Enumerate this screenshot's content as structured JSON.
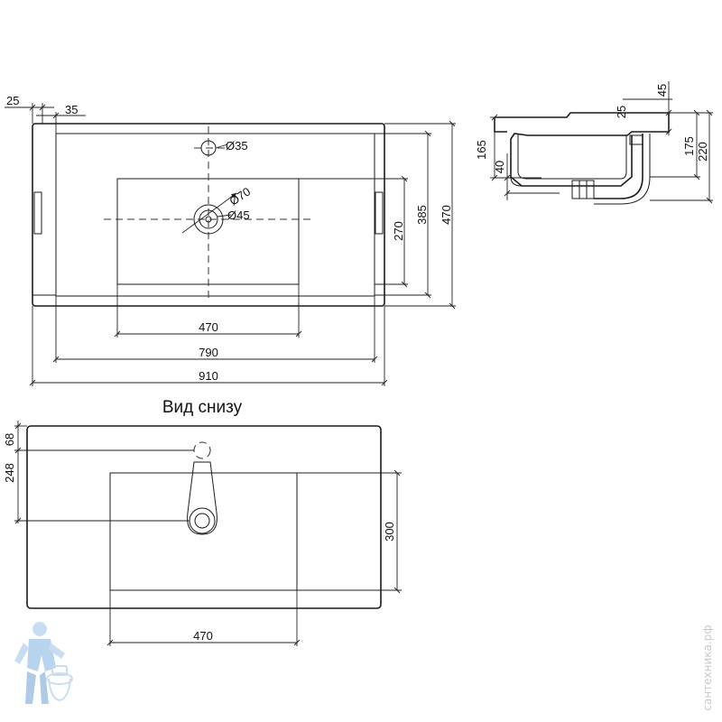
{
  "top_view": {
    "dims": {
      "d25": "25",
      "d35": "35",
      "hole_tap": "Ø35",
      "drain_outer": "Ø70",
      "drain_inner": "Ø45",
      "h385": "385",
      "h270": "270",
      "h470": "470",
      "w470": "470",
      "w790": "790",
      "w910": "910"
    }
  },
  "side_view": {
    "dims": {
      "d45": "45",
      "d25": "25",
      "d165": "165",
      "d40": "40",
      "d175": "175",
      "d220": "220"
    }
  },
  "bottom_view": {
    "title": "Вид снизу",
    "dims": {
      "d68": "68",
      "d248": "248",
      "d300": "300",
      "w470": "470"
    }
  },
  "watermark": "сантехника.рф"
}
